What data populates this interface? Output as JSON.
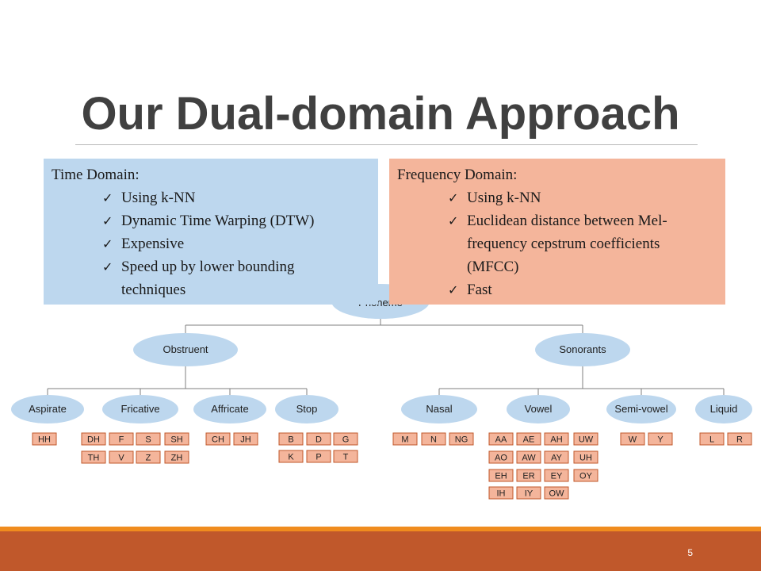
{
  "slide": {
    "title": "Our Dual-domain Approach",
    "page_number": "5"
  },
  "time_box": {
    "heading": "Time Domain:",
    "items": [
      "Using k-NN",
      "Dynamic Time Warping (DTW)",
      "Expensive",
      "Speed up by lower bounding",
      "techniques"
    ]
  },
  "freq_box": {
    "heading": "Frequency Domain:",
    "items": [
      "Using k-NN",
      "Euclidean distance between Mel-",
      "frequency cepstrum coefficients",
      "(MFCC)",
      "Fast"
    ]
  },
  "tree": {
    "root": "Phoneme",
    "level1": [
      "Obstruent",
      "Sonorants"
    ],
    "level2": [
      "Aspirate",
      "Fricative",
      "Affricate",
      "Stop",
      "Nasal",
      "Vowel",
      "Semi-vowel",
      "Liquid"
    ],
    "phonemes": {
      "aspirate": [
        "HH"
      ],
      "fricative": [
        "DH",
        "F",
        "S",
        "SH",
        "TH",
        "V",
        "Z",
        "ZH"
      ],
      "affricate": [
        "CH",
        "JH"
      ],
      "stop": [
        "B",
        "D",
        "G",
        "K",
        "P",
        "T"
      ],
      "nasal": [
        "M",
        "N",
        "NG"
      ],
      "vowel": [
        "AA",
        "AE",
        "AH",
        "UW",
        "AO",
        "AW",
        "AY",
        "UH",
        "EH",
        "ER",
        "EY",
        "OY",
        "IH",
        "IY",
        "OW"
      ],
      "semivowel": [
        "W",
        "Y"
      ],
      "liquid": [
        "L",
        "R"
      ]
    }
  },
  "colors": {
    "title": "#404040",
    "time_box": "#bdd7ee",
    "freq_box": "#f4b59b",
    "node_fill": "#bdd7ee",
    "phoneme_fill": "#f4b59b",
    "phoneme_border": "#c0582b",
    "footer_band": "#c0582b",
    "footer_stripe": "#f08c1e"
  }
}
